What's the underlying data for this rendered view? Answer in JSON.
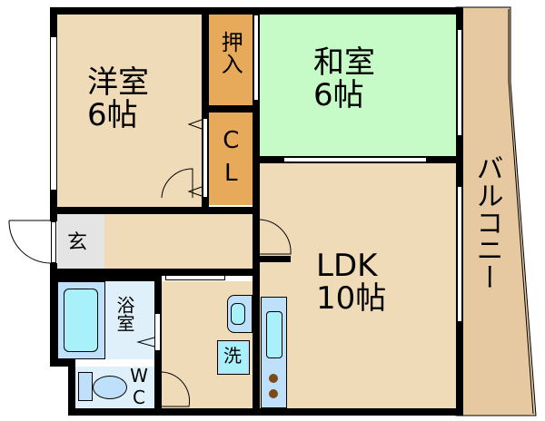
{
  "rooms": {
    "western": {
      "name": "洋室",
      "size": "6帖"
    },
    "japanese": {
      "name": "和室",
      "size": "6帖"
    },
    "ldk": {
      "name": "LDK",
      "size": "10帖"
    },
    "closet_oshiire": "押入",
    "closet_cl": "CL",
    "entrance": "玄",
    "bath": "浴室",
    "washer": "洗",
    "toilet": "WC",
    "balcony": "バルコニー"
  },
  "colors": {
    "wall": "#000000",
    "floor": "#f0dbb8",
    "tatami": "#c6fac6",
    "closet": "#e6aa5a",
    "balcony": "#e6c9a0",
    "entrance": "#e4e4e4",
    "water": "#dff0fa",
    "fixture": "#a8f0fa"
  }
}
